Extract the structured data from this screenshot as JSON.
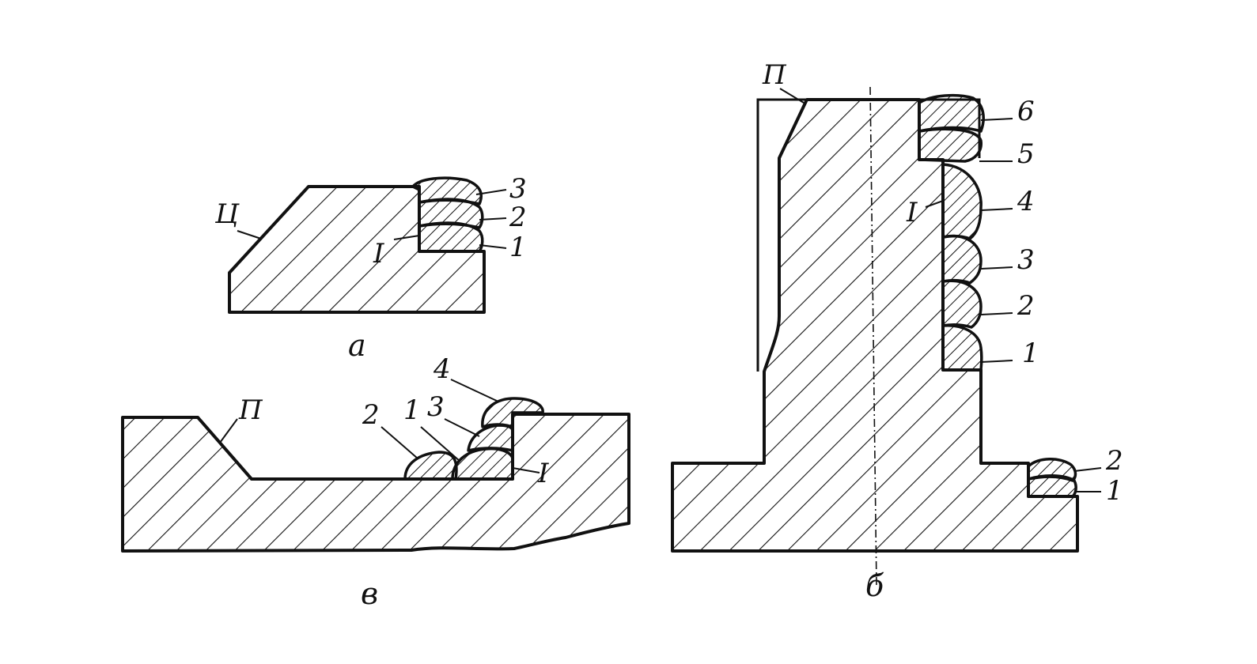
{
  "figure": {
    "colors": {
      "ink": "#111111",
      "paper": "#ffffff"
    },
    "panel_a": {
      "caption": "а",
      "label_bevel": "Ц",
      "label_surface": "I",
      "beads": [
        "1",
        "2",
        "3"
      ]
    },
    "panel_b": {
      "caption": "б",
      "label_bevel": "П",
      "label_surface": "I",
      "wall_beads": [
        "1",
        "2",
        "3",
        "4",
        "5",
        "6"
      ],
      "flange_beads": [
        "1",
        "2"
      ]
    },
    "panel_v": {
      "caption": "в",
      "label_bevel": "П",
      "label_surface": "I",
      "beads": [
        "1",
        "2",
        "3",
        "4"
      ]
    }
  }
}
